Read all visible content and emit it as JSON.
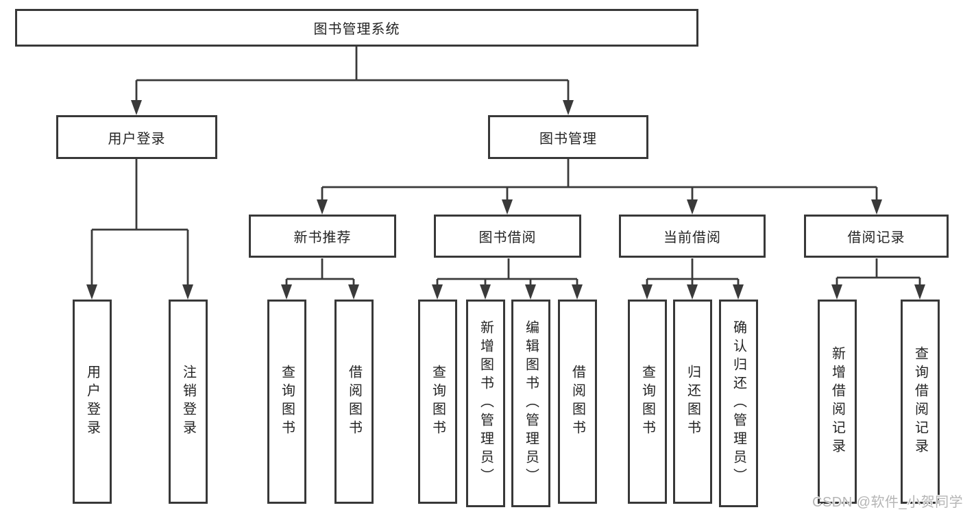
{
  "root": {
    "label": "图书管理系统"
  },
  "level2": [
    {
      "label": "用户登录"
    },
    {
      "label": "图书管理"
    }
  ],
  "level3": [
    {
      "label": "新书推荐"
    },
    {
      "label": "图书借阅"
    },
    {
      "label": "当前借阅"
    },
    {
      "label": "借阅记录"
    }
  ],
  "leaves": {
    "user": [
      {
        "label": "用户登录"
      },
      {
        "label": "注销登录"
      }
    ],
    "newbook": [
      {
        "label": "查询图书"
      },
      {
        "label": "借阅图书"
      }
    ],
    "borrow": [
      {
        "label": "查询图书"
      },
      {
        "label": "新增图书（管理员）"
      },
      {
        "label": "编辑图书（管理员）"
      },
      {
        "label": "借阅图书"
      }
    ],
    "current": [
      {
        "label": "查询图书"
      },
      {
        "label": "归还图书"
      },
      {
        "label": "确认归还（管理员）"
      }
    ],
    "records": [
      {
        "label": "新增借阅记录"
      },
      {
        "label": "查询借阅记录"
      }
    ]
  },
  "watermark": {
    "text": "CSDN @软件_小贺同学"
  },
  "colors": {
    "line": "#3a3a3a",
    "box_border": "#383838",
    "box_background": "#ffffff",
    "text": "#242424",
    "watermark": "#b5b5b5",
    "background": "#ffffff"
  }
}
